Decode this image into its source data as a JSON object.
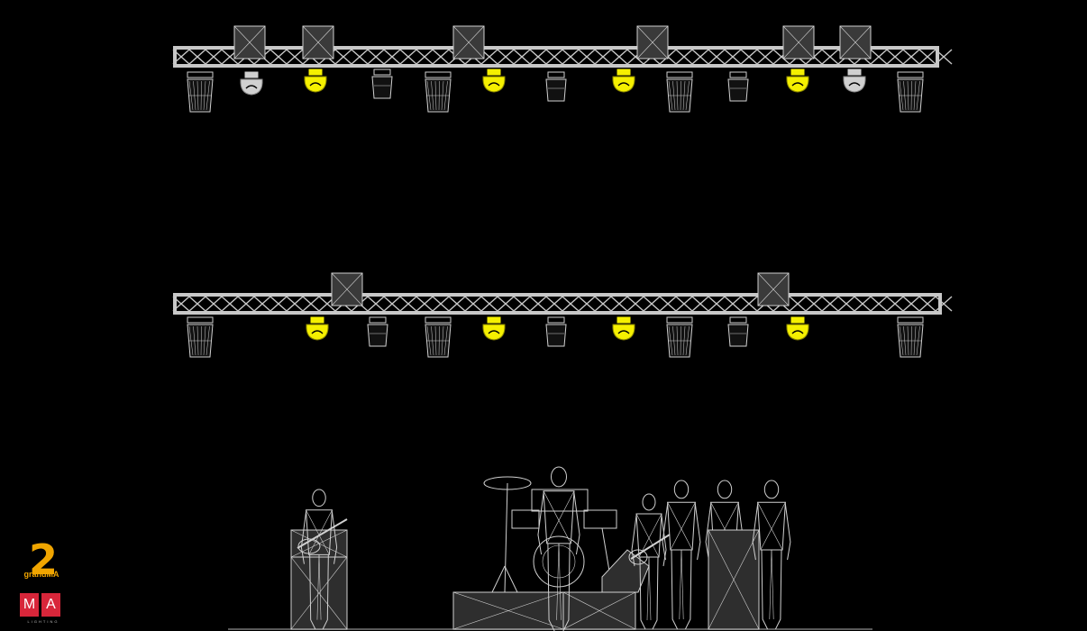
{
  "viewport": {
    "background": "#000000",
    "wire_color": "#d0d0d0",
    "active_fixture_color": "#f5f000",
    "truss_color": "#c8c8c8"
  },
  "trusses": [
    {
      "name": "upper-truss",
      "fixtures": [
        {
          "type": "wash",
          "active": false
        },
        {
          "type": "spot",
          "active": false
        },
        {
          "type": "spot",
          "active": true
        },
        {
          "type": "beam",
          "active": false
        },
        {
          "type": "wash",
          "active": false
        },
        {
          "type": "spot",
          "active": true
        },
        {
          "type": "beam",
          "active": false
        },
        {
          "type": "spot",
          "active": true
        },
        {
          "type": "wash",
          "active": false
        },
        {
          "type": "beam",
          "active": false
        },
        {
          "type": "spot",
          "active": true
        },
        {
          "type": "spot",
          "active": false
        },
        {
          "type": "wash",
          "active": false
        }
      ]
    },
    {
      "name": "lower-truss",
      "fixtures": [
        {
          "type": "wash",
          "active": false
        },
        {
          "type": "spot",
          "active": true
        },
        {
          "type": "beam",
          "active": false
        },
        {
          "type": "wash",
          "active": false
        },
        {
          "type": "spot",
          "active": true
        },
        {
          "type": "beam",
          "active": false
        },
        {
          "type": "spot",
          "active": true
        },
        {
          "type": "wash",
          "active": false
        },
        {
          "type": "beam",
          "active": false
        },
        {
          "type": "spot",
          "active": true
        },
        {
          "type": "wash",
          "active": false
        }
      ]
    }
  ],
  "band": [
    "bassist",
    "drummer",
    "guitarist",
    "singer",
    "singer",
    "singer"
  ],
  "logo": {
    "number": "2",
    "brand": "grandMA",
    "box_left": "M",
    "box_right": "A",
    "subtitle": "LIGHTING",
    "number_color": "#f0a500",
    "box_color": "#d8263a"
  }
}
